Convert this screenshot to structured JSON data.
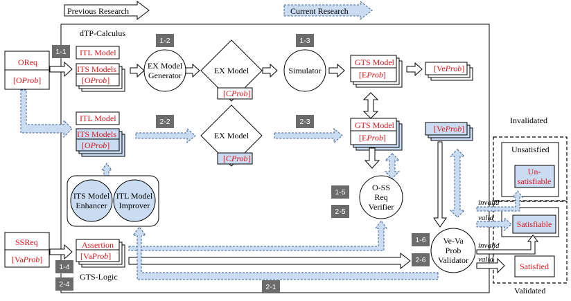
{
  "legend": {
    "previous_research": "Previous Research",
    "current_research": "Current Research"
  },
  "frame": {
    "dtp_calculus": "dTP-Calculus",
    "gts_logic": "GTS-Logic"
  },
  "inputs": {
    "oreq": "OReq",
    "oprob_pre": "[O",
    "oprob_it": "Prob",
    "oprob_post": "]",
    "ssreq": "SSReq",
    "vaprob_pre": "[Va",
    "vaprob_it": "Prob",
    "vaprob_post": "]"
  },
  "steps": {
    "s1_1": "1-1",
    "s1_2": "1-2",
    "s1_3": "1-3",
    "s1_4": "1-4",
    "s1_5": "1-5",
    "s1_6": "1-6",
    "s2_1": "2-1",
    "s2_2": "2-2",
    "s2_3": "2-3",
    "s2_4": "2-4",
    "s2_5": "2-5",
    "s2_6": "2-6"
  },
  "models": {
    "itl_model": "ITL Model",
    "its_models": "ITS Models",
    "oprob_pre": "[O",
    "oprob_it": "Prob",
    "oprob_post": "]",
    "ex_gen_1": "EX Model",
    "ex_gen_2": "Generator",
    "ex_model": "EX Model",
    "cprob_pre": "[C",
    "cprob_it": "Prob",
    "cprob_post": "]",
    "simulator": "Simulator",
    "gts_model": "GTS Model",
    "eprob_pre": "[E",
    "eprob_it": "Prob",
    "eprob_post": "]",
    "veprob_pre": "[Ve",
    "veprob_it": "Prob",
    "veprob_post": "]",
    "assertion": "Assertion",
    "vaprob_pre": "[Va",
    "vaprob_it": "Prob",
    "vaprob_post": "]"
  },
  "tools": {
    "enhancer_1": "ITS Model",
    "enhancer_2": "Enhancer",
    "improver_1": "ITL Model",
    "improver_2": "Improver",
    "verifier_1": "O-SS",
    "verifier_2": "Req",
    "verifier_3": "Verifier",
    "validator_1": "Ve-Va",
    "validator_2": "Prob",
    "validator_3": "Validator"
  },
  "results": {
    "invalidated": "Invalidated",
    "unsatisfied": "Unsatisfied",
    "unsatisfiable_1": "Un-",
    "unsatisfiable_2": "satisfiable",
    "satisfiable": "Satisfiable",
    "satisfied": "Satisfied",
    "validated": "Validated",
    "invalid": "invalid",
    "valid": "valid"
  },
  "colors": {
    "accent_red": "#e0161b",
    "light_blue": "#c9dcf2",
    "step_gray": "#6b6b6b"
  }
}
